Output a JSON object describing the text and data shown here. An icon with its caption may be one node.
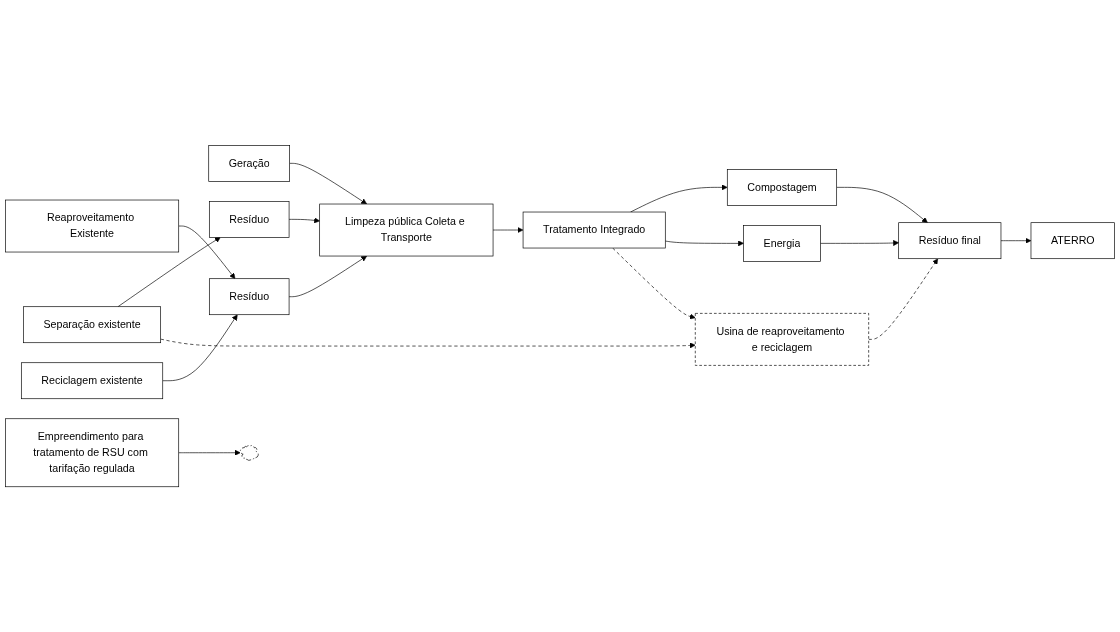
{
  "diagram": {
    "nodes": [
      {
        "text": [
          "Geração"
        ]
      },
      {
        "text": [
          "Limpeza pública Coleta e Transporte"
        ]
      },
      {
        "text": [
          "Tratamento Integrado"
        ]
      },
      {
        "text": [
          "Usina de reaproveitamento e reciclagem"
        ]
      },
      {
        "text": [
          "Compostagem"
        ]
      },
      {
        "text": [
          "Energia"
        ]
      },
      {
        "text": [
          "Resíduo final"
        ]
      },
      {
        "text": [
          "Separação existente"
        ]
      },
      {
        "text": [
          "Resíduo"
        ]
      },
      {
        "text": [
          "Reaproveitamento Existente"
        ]
      },
      {
        "text": [
          "Reciclagem existente"
        ]
      },
      {
        "text": [
          "Resíduo"
        ]
      },
      {
        "text": [
          "ATERRO"
        ]
      },
      {
        "text": [
          "Empreendimento para tratamento de RSU com tarifação regulada"
        ]
      },
      {
        "text": [],
        "shape": "cloud"
      }
    ],
    "edges": [
      {
        "from": 0,
        "to": 1,
        "arrow": "to"
      },
      {
        "from": 1,
        "to": 2,
        "arrow": "to"
      },
      {
        "from": 2,
        "to": 4,
        "arrow": "to"
      },
      {
        "from": 2,
        "to": 5,
        "arrow": "to"
      },
      {
        "from": 4,
        "to": 6,
        "arrow": "to"
      },
      {
        "from": 5,
        "to": 6,
        "arrow": "to"
      },
      {
        "from": 6,
        "to": 12,
        "arrow": "to"
      },
      {
        "from": 7,
        "to": 8,
        "arrow": "to"
      },
      {
        "from": 8,
        "to": 1,
        "arrow": "to"
      },
      {
        "from": 9,
        "to": 11,
        "arrow": "to"
      },
      {
        "from": 10,
        "to": 11,
        "arrow": "to"
      },
      {
        "from": 11,
        "to": 1,
        "arrow": "to"
      },
      {
        "from": 7,
        "to": 3,
        "arrow": "to",
        "style": "dashed"
      },
      {
        "from": 2,
        "to": 3,
        "arrow": "to",
        "style": "dashed"
      },
      {
        "from": 3,
        "to": 6,
        "arrow": "to",
        "style": "dashed"
      },
      {
        "from": 13,
        "to": 14,
        "arrow": "to"
      }
    ]
  }
}
